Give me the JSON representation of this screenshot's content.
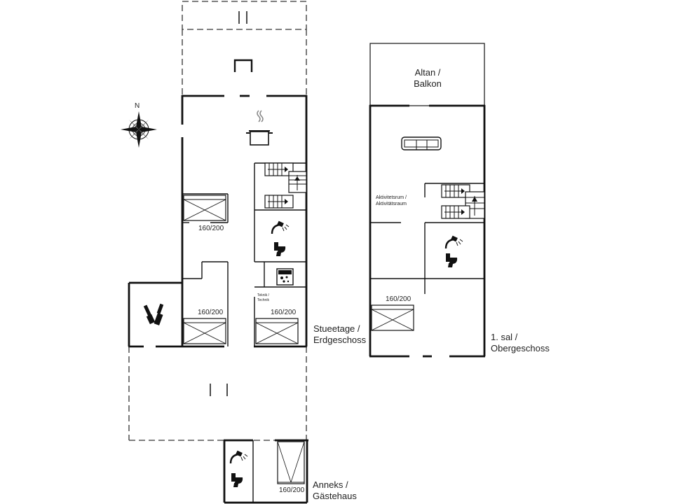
{
  "compass": {
    "north": "N"
  },
  "floors": {
    "ground": {
      "line1": "Stueetage /",
      "line2": "Erdgeschoss"
    },
    "upper": {
      "line1": "1. sal /",
      "line2": "Obergeschoss"
    },
    "annex": {
      "line1": "Anneks /",
      "line2": "Gästehaus"
    }
  },
  "rooms": {
    "balcony": {
      "line1": "Altan /",
      "line2": "Balkon"
    },
    "activity": {
      "line1": "Aktivitetsrum /",
      "line2": "Aktivitätsraum"
    },
    "technic": {
      "line1": "Teknik /",
      "line2": "Technik"
    }
  },
  "beds": {
    "ground_left_top": "160/200",
    "ground_left_bottom": "160/200",
    "ground_right_bottom": "160/200",
    "upper": "160/200",
    "annex": "160/200"
  },
  "icons": [
    "compass-rose-icon",
    "cooking-pot-icon",
    "sofa-icon",
    "stairs-icon",
    "shower-icon",
    "toilet-icon",
    "washing-machine-icon",
    "bottles-icon"
  ]
}
